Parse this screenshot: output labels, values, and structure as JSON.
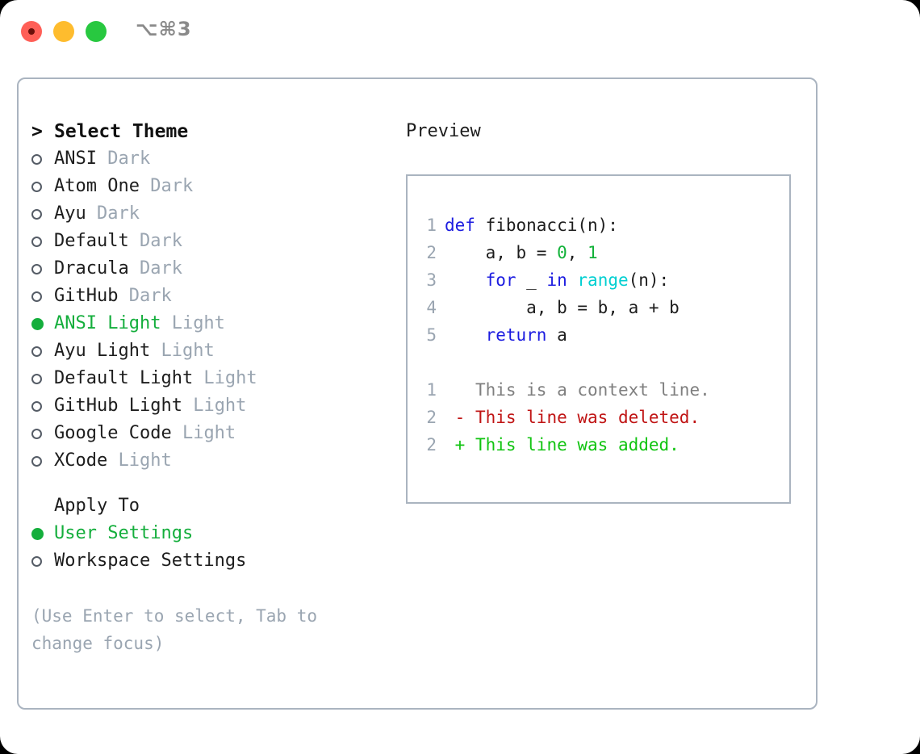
{
  "titlebar": {
    "shortcut": "⌥⌘3",
    "buttons": [
      {
        "name": "close",
        "color": "#ff5f57"
      },
      {
        "name": "minimize",
        "color": "#febc2e"
      },
      {
        "name": "maximize",
        "color": "#28c840"
      }
    ]
  },
  "theme_picker": {
    "header_caret": ">",
    "header_label": "Select Theme",
    "bullet_selected": "●",
    "bullet_unselected": "○",
    "selected_color": "#14ae3c",
    "items": [
      {
        "name": "ANSI",
        "kind": "Dark",
        "selected": false
      },
      {
        "name": "Atom One",
        "kind": "Dark",
        "selected": false
      },
      {
        "name": "Ayu",
        "kind": "Dark",
        "selected": false
      },
      {
        "name": "Default",
        "kind": "Dark",
        "selected": false
      },
      {
        "name": "Dracula",
        "kind": "Dark",
        "selected": false
      },
      {
        "name": "GitHub",
        "kind": "Dark",
        "selected": false
      },
      {
        "name": "ANSI Light",
        "kind": "Light",
        "selected": true
      },
      {
        "name": "Ayu Light",
        "kind": "Light",
        "selected": false
      },
      {
        "name": "Default Light",
        "kind": "Light",
        "selected": false
      },
      {
        "name": "GitHub Light",
        "kind": "Light",
        "selected": false
      },
      {
        "name": "Google Code",
        "kind": "Light",
        "selected": false
      },
      {
        "name": "XCode",
        "kind": "Light",
        "selected": false
      }
    ]
  },
  "apply_to": {
    "title": "Apply To",
    "options": [
      {
        "label": "User Settings",
        "selected": true
      },
      {
        "label": "Workspace Settings",
        "selected": false
      }
    ]
  },
  "hint": "(Use Enter to select, Tab to change focus)",
  "preview": {
    "title": "Preview",
    "code_lines": [
      {
        "ln": "1",
        "tokens": [
          {
            "t": "def ",
            "c": "kw"
          },
          {
            "t": "fibonacci(n):",
            "c": "plain"
          }
        ]
      },
      {
        "ln": "2",
        "tokens": [
          {
            "t": "    a, b = ",
            "c": "plain"
          },
          {
            "t": "0",
            "c": "num"
          },
          {
            "t": ", ",
            "c": "plain"
          },
          {
            "t": "1",
            "c": "num"
          }
        ]
      },
      {
        "ln": "3",
        "tokens": [
          {
            "t": "    ",
            "c": "plain"
          },
          {
            "t": "for",
            "c": "kw"
          },
          {
            "t": " _ ",
            "c": "plain"
          },
          {
            "t": "in",
            "c": "kw"
          },
          {
            "t": " ",
            "c": "plain"
          },
          {
            "t": "range",
            "c": "fn"
          },
          {
            "t": "(n):",
            "c": "plain"
          }
        ]
      },
      {
        "ln": "4",
        "tokens": [
          {
            "t": "        a, b = b, a + b",
            "c": "plain"
          }
        ]
      },
      {
        "ln": "5",
        "tokens": [
          {
            "t": "    ",
            "c": "plain"
          },
          {
            "t": "return",
            "c": "kw"
          },
          {
            "t": " a",
            "c": "plain"
          }
        ]
      }
    ],
    "diff_lines": [
      {
        "ln": "1",
        "marker": " ",
        "text": " This is a context line.",
        "kind": "ctx"
      },
      {
        "ln": "2",
        "marker": "-",
        "text": " This line was deleted.",
        "kind": "del"
      },
      {
        "ln": "2",
        "marker": "+",
        "text": " This line was added.",
        "kind": "add"
      }
    ]
  }
}
